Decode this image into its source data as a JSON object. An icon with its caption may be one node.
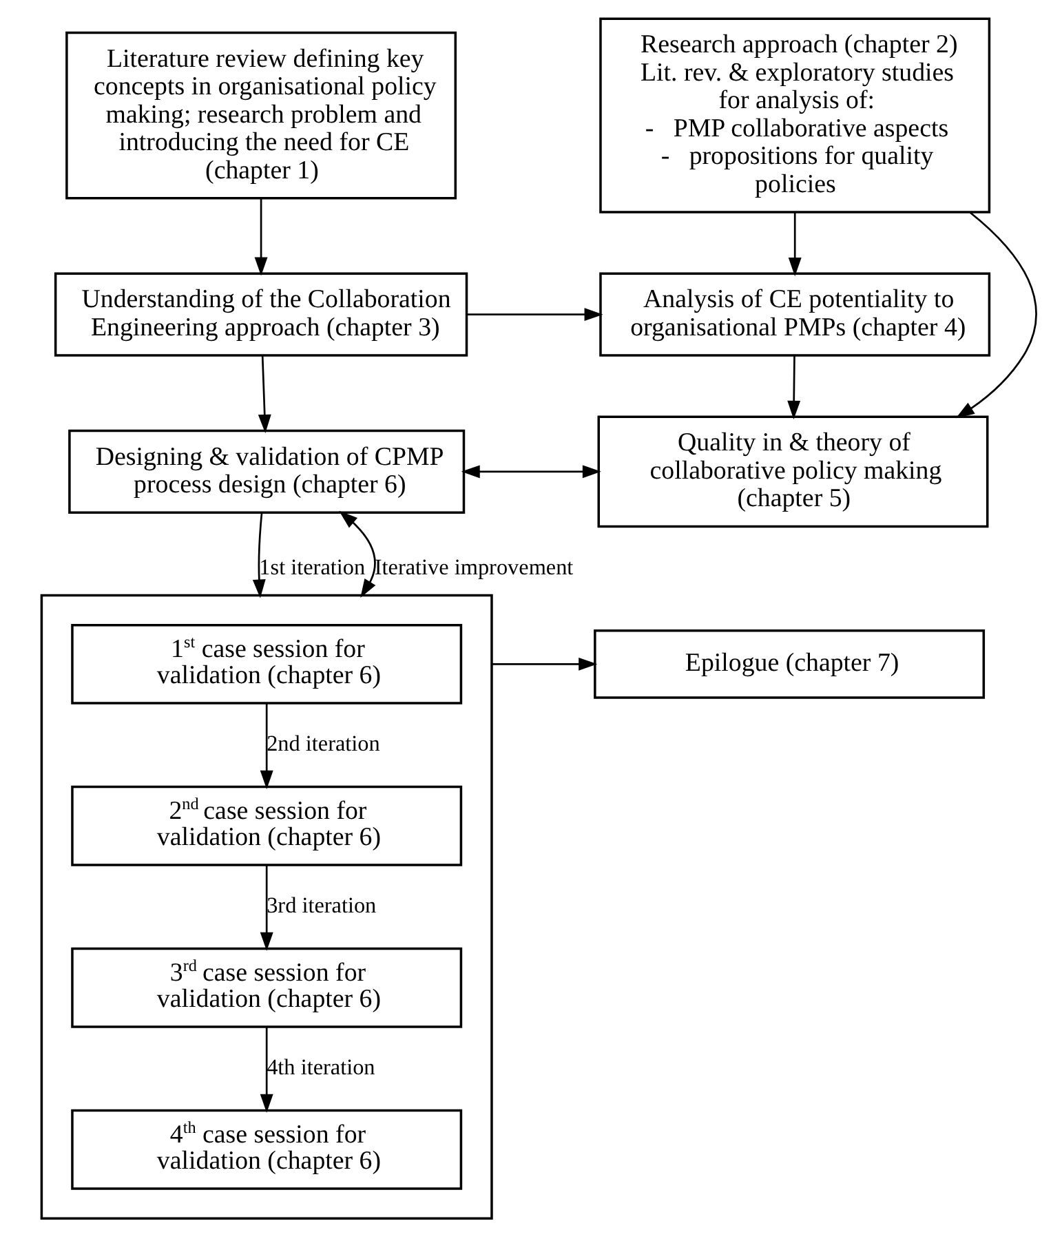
{
  "diagram": {
    "nodes": [
      {
        "text": [
          "Literature review defining key concepts in organisational policy making; research problem and introducing the need for CE (chapter 1)"
        ]
      },
      {
        "text": [
          "Research approach (chapter 2)",
          "Lit. rev. & exploratory studies for analysis of:",
          "-   PMP collaborative aspects",
          "-   propositions for quality policies"
        ]
      },
      {
        "text": [
          "Understanding of the Collaboration Engineering approach (chapter 3)"
        ]
      },
      {
        "text": [
          "Analysis of CE potentiality to organisational PMPs (chapter 4)"
        ]
      },
      {
        "text": [
          "Designing & validation of CPMP process design (chapter 6)"
        ]
      },
      {
        "text": [
          "Quality in & theory of collaborative policy making (chapter 5)"
        ]
      },
      {
        "text": [],
        "shape": "box"
      },
      {
        "text": [
          "1$^{st}$ case session for validation (chapter 6)"
        ],
        "in": 6
      },
      {
        "text": [
          "2$^{nd}$ case session for validation (chapter 6)"
        ],
        "in": 6
      },
      {
        "text": [
          "3$^{rd}$ case session for validation (chapter 6)"
        ],
        "in": 6
      },
      {
        "text": [
          "4$^{th}$ case session for validation (chapter 6)"
        ],
        "in": 6
      },
      {
        "text": [
          "Epilogue (chapter 7)"
        ]
      }
    ],
    "edges": [
      {
        "from": 0,
        "to": 2,
        "arrow": "to"
      },
      {
        "from": 1,
        "to": 3,
        "arrow": "to"
      },
      {
        "from": 2,
        "to": 3,
        "arrow": "to"
      },
      {
        "from": 2,
        "to": 4,
        "arrow": "to"
      },
      {
        "from": 3,
        "to": 5,
        "arrow": "to"
      },
      {
        "from": 4,
        "to": 5,
        "arrow": "both"
      },
      {
        "from": 1,
        "to": 5,
        "arrow": "to"
      },
      {
        "from": 4,
        "to": 6,
        "arrow": "to",
        "label": "1st iteration"
      },
      {
        "from": 6,
        "to": 4,
        "arrow": "both",
        "label": "Iterative improvement"
      },
      {
        "from": 6,
        "to": 11,
        "arrow": "to"
      },
      {
        "from": 7,
        "to": 8,
        "arrow": "to",
        "label": "2nd iteration"
      },
      {
        "from": 8,
        "to": 9,
        "arrow": "to",
        "label": "3rd iteration"
      },
      {
        "from": 9,
        "to": 10,
        "arrow": "to",
        "label": "4th iteration"
      }
    ]
  }
}
